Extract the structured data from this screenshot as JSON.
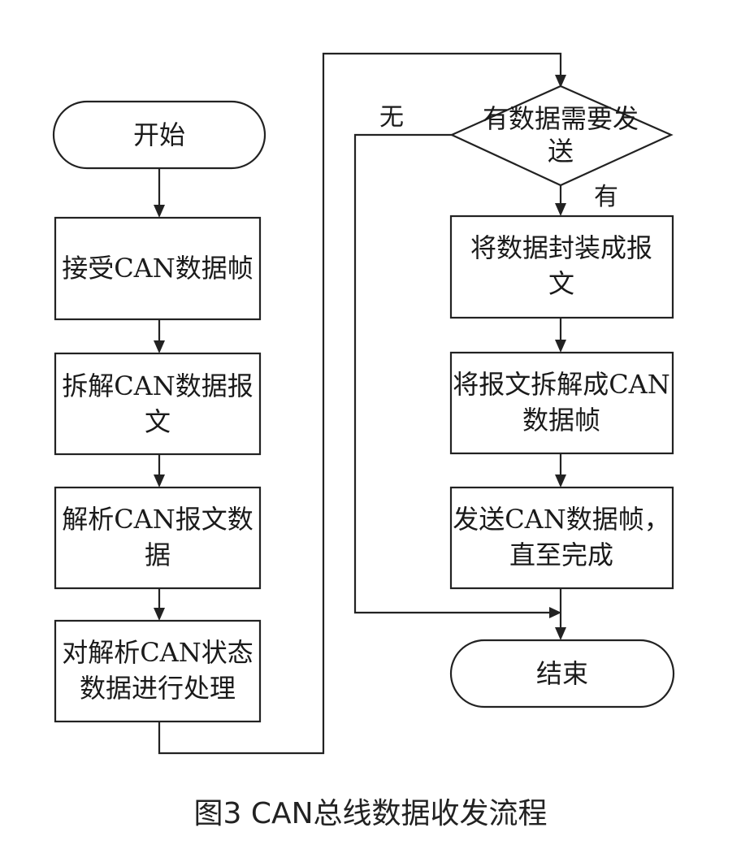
{
  "nodes": {
    "start": "开始",
    "receive_line1": "接受CAN数据帧",
    "disassemble_line1": "拆解CAN数据报",
    "disassemble_line2": "文",
    "parse_line1": "解析CAN报文数",
    "parse_line2": "据",
    "process_line1": "对解析CAN状态",
    "process_line2": "数据进行处理",
    "decision_line1": "有数据需要发",
    "decision_line2": "送",
    "encapsulate_line1": "将数据封装成报",
    "encapsulate_line2": "文",
    "split_line1": "将报文拆解成CAN",
    "split_line2": "数据帧",
    "send_line1": "发送CAN数据帧，",
    "send_line2": "直至完成",
    "end": "结束"
  },
  "edges": {
    "no_label": "无",
    "yes_label": "有"
  },
  "caption": "图3  CAN总线数据收发流程"
}
